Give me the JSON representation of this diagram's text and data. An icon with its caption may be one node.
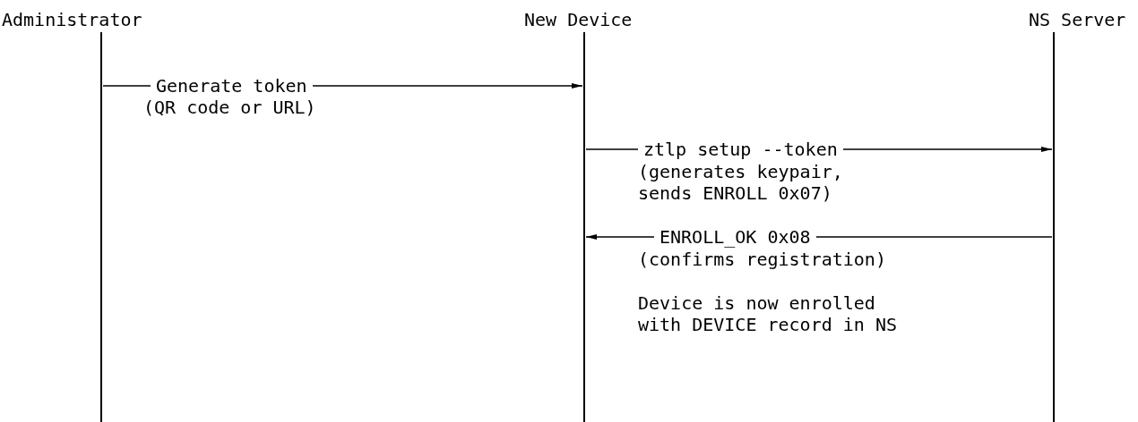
{
  "diagram": {
    "nodes": [
      {
        "text": [
          "Administrator"
        ]
      },
      {
        "text": [
          "New Device"
        ]
      },
      {
        "text": [
          "NS Server"
        ]
      }
    ],
    "edges": [
      {
        "from": 0,
        "to": 1,
        "arrow": "to",
        "label": "Generate token"
      },
      {
        "from": 1,
        "to": 2,
        "arrow": "to",
        "label": "ztlp setup --token"
      },
      {
        "from": 2,
        "to": 1,
        "arrow": "to",
        "label": "ENROLL_OK 0x08"
      }
    ],
    "labels": [
      "(QR code or URL)",
      "(generates keypair, sends ENROLL 0x07)",
      "(confirms registration)",
      "Device is now enrolled with DEVICE record in NS"
    ]
  }
}
